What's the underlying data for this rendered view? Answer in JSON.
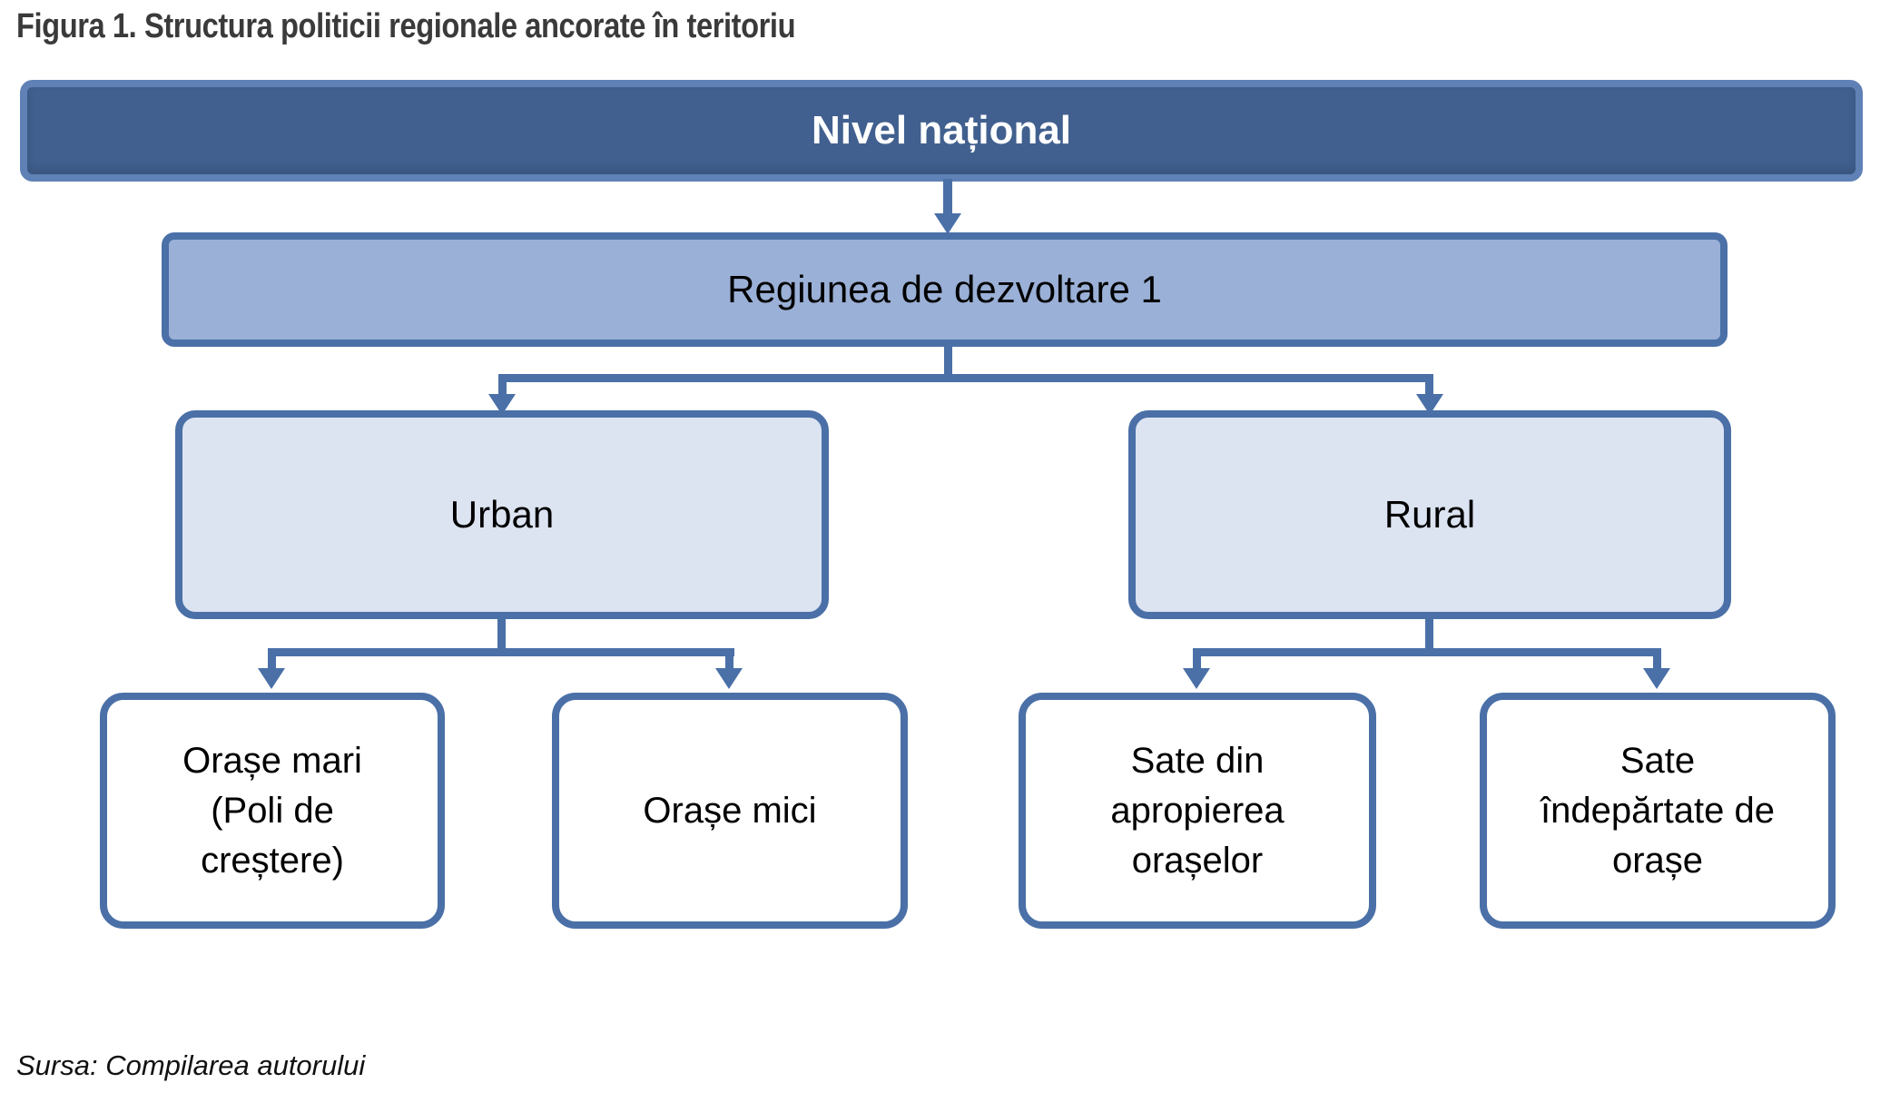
{
  "title": "Figura 1. Structura politicii regionale ancorate în teritoriu",
  "source": "Sursa: Compilarea autorului",
  "colors": {
    "level1_fill": "#41608f",
    "level1_border": "#5f81b5",
    "level1_text": "#ffffff",
    "level2_fill": "#9bb0d6",
    "level3_fill": "#dce3f1",
    "leaf_fill": "#ffffff",
    "node_border": "#4a70a7",
    "connector": "#4a70a7"
  },
  "nodes": {
    "level1": {
      "label": "Nivel național"
    },
    "level2": {
      "label": "Regiunea de dezvoltare 1"
    },
    "level3": [
      {
        "label": "Urban"
      },
      {
        "label": "Rural"
      }
    ],
    "level4": [
      {
        "label": "Orașe mari\n(Poli de\ncreștere)",
        "parent": "Urban"
      },
      {
        "label": "Orașe mici",
        "parent": "Urban"
      },
      {
        "label": "Sate din\napropierea\norașelor",
        "parent": "Rural"
      },
      {
        "label": "Sate\nîndepărtate de\norașe",
        "parent": "Rural"
      }
    ]
  }
}
